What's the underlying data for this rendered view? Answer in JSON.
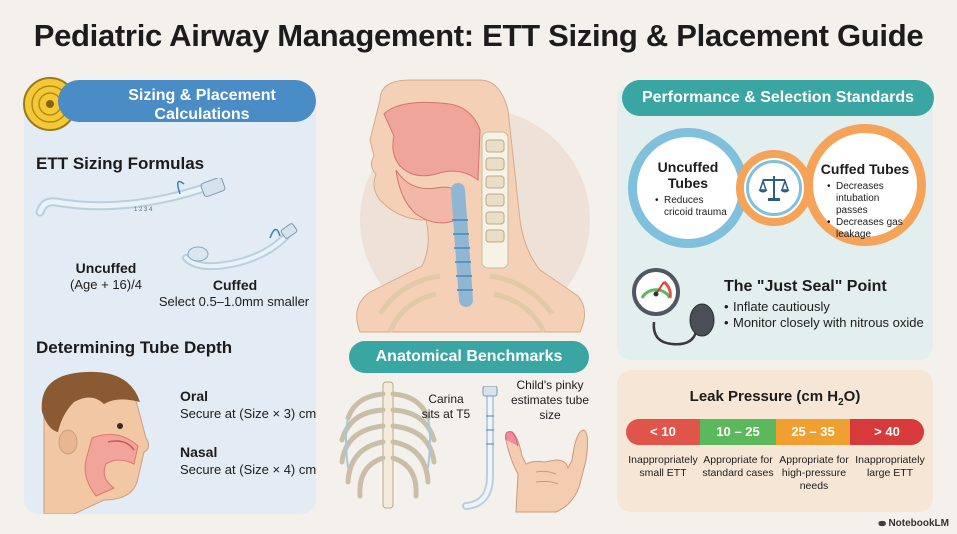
{
  "title": "Pediatric Airway Management: ETT Sizing & Placement Guide",
  "sizing": {
    "header": "Sizing & Placement Calculations",
    "formulas_heading": "ETT Sizing Formulas",
    "uncuffed_label": "Uncuffed",
    "uncuffed_formula": "(Age + 16)/4",
    "cuffed_label": "Cuffed",
    "cuffed_formula": "Select 0.5–1.0mm smaller",
    "depth_heading": "Determining Tube Depth",
    "oral_label": "Oral",
    "oral_text": "Secure at (Size × 3) cm",
    "nasal_label": "Nasal",
    "nasal_text": "Secure at (Size × 4) cm"
  },
  "benchmarks": {
    "header": "Anatomical Benchmarks",
    "carina_text": "Carina sits at T5",
    "pinky_text": "Child's pinky estimates tube size"
  },
  "performance": {
    "header": "Performance & Selection Standards",
    "uncuffed_title": "Uncuffed Tubes",
    "uncuffed_points": [
      "Reduces cricoid trauma"
    ],
    "cuffed_title": "Cuffed Tubes",
    "cuffed_points": [
      "Decreases intubation passes",
      "Decreases gas leakage"
    ],
    "just_seal_title": "The \"Just Seal\" Point",
    "just_seal_points": [
      "Inflate cautiously",
      "Monitor closely with nitrous oxide"
    ]
  },
  "leak": {
    "title_prefix": "Leak Pressure (cm H",
    "title_sub": "2",
    "title_suffix": "O)",
    "segments": [
      {
        "range": "< 10",
        "color": "#e0544a",
        "caption": "Inappropriately small ETT"
      },
      {
        "range": "10 – 25",
        "color": "#5cb85c",
        "caption": "Appropriate for standard cases"
      },
      {
        "range": "25 – 35",
        "color": "#f0a030",
        "caption": "Appropriate for high-pressure needs"
      },
      {
        "range": "> 40",
        "color": "#d63a3a",
        "caption": "Inappropriately large ETT"
      }
    ]
  },
  "brand": "NotebookLM"
}
